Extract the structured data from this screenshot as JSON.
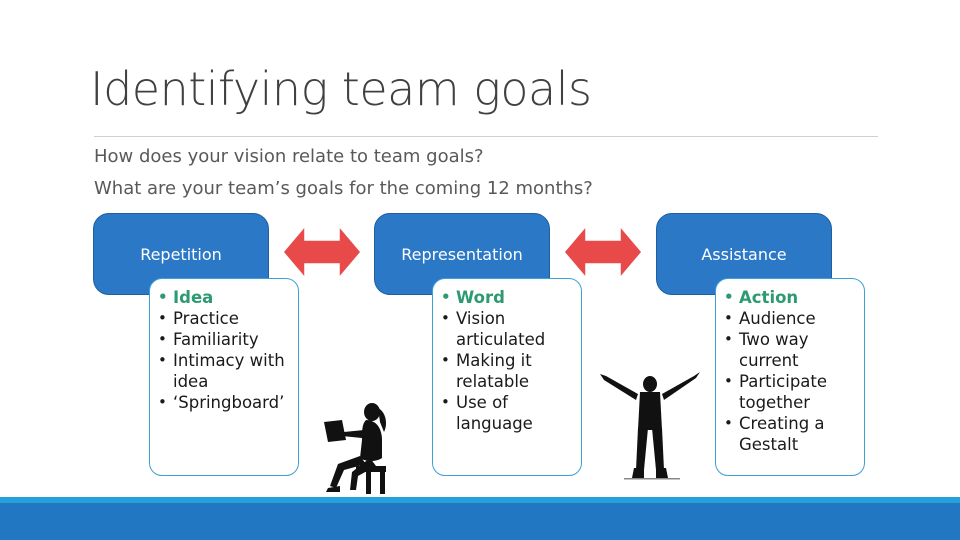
{
  "slide": {
    "title": "Identifying team goals",
    "questions": [
      "How does your vision relate to team goals?",
      "What are your team’s goals for the coming 12 months?"
    ]
  },
  "columns": [
    {
      "heading": "Repetition",
      "items": [
        "Idea",
        "Practice",
        "Familiarity",
        "Intimacy with idea",
        "‘Springboard’"
      ]
    },
    {
      "heading": "Representation",
      "items": [
        "Word",
        "Vision articulated",
        "Making it relatable",
        "Use of language"
      ]
    },
    {
      "heading": "Assistance",
      "items": [
        "Action",
        "Audience",
        "Two way current",
        "Participate together",
        "Creating a Gestalt"
      ]
    }
  ],
  "colors": {
    "heading_box": "#2a78c6",
    "arrow": "#e84a4a",
    "highlight_text": "#2e9a72",
    "bottom_bar": "#2277c3"
  },
  "icons": [
    "double-arrow-icon",
    "double-arrow-icon",
    "reading-woman-silhouette",
    "celebrating-person-silhouette"
  ]
}
